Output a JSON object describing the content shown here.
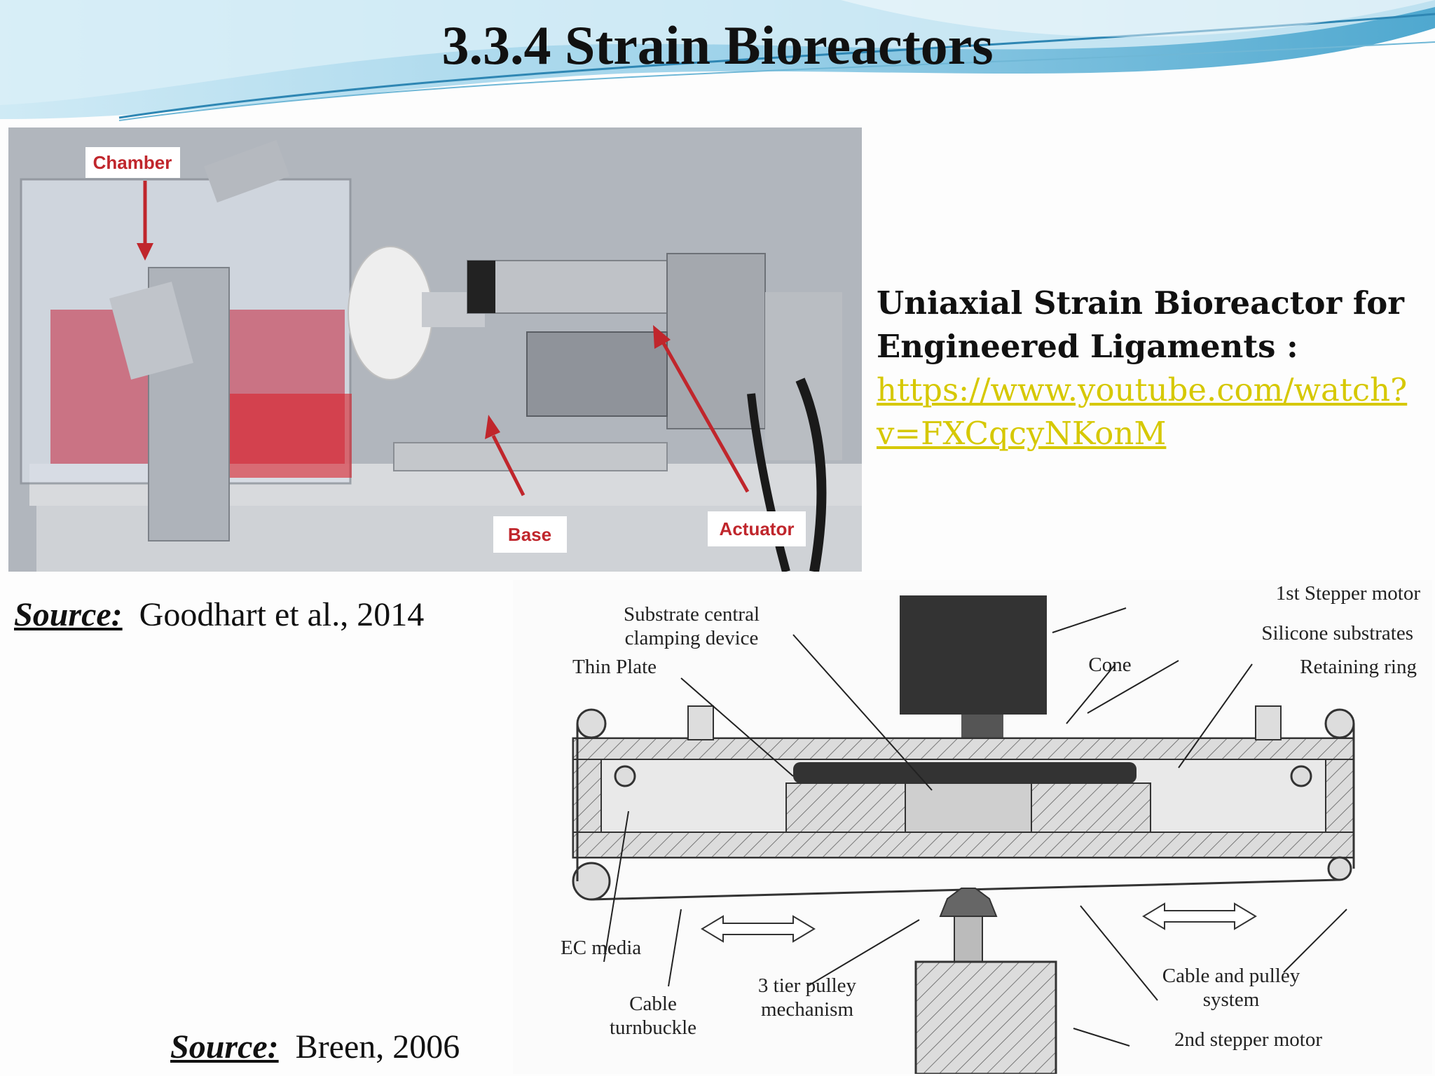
{
  "slide": {
    "title": "3.3.4  Strain Bioreactors"
  },
  "photo": {
    "labels": {
      "chamber": "Chamber",
      "base": "Base",
      "actuator": "Actuator"
    }
  },
  "caption": {
    "heading_line1": "Uniaxial Strain Bioreactor for",
    "heading_line2": "Engineered Ligaments :",
    "link": "https://www.youtube.com/watch?v=FXCqcyNKonM"
  },
  "sources": [
    {
      "label": "Source:",
      "text": "Goodhart et al., 2014"
    },
    {
      "label": "Source:",
      "text": "Breen, 2006"
    }
  ],
  "diagram": {
    "labels": {
      "first_stepper": "1st Stepper motor",
      "substrate_line1": "Substrate central",
      "substrate_line2": "clamping device",
      "silicone": "Silicone substrates",
      "thin_plate": "Thin Plate",
      "cone": "Cone",
      "retaining_ring": "Retaining ring",
      "ec_media": "EC media",
      "cable_turnbuckle_line1": "Cable",
      "cable_turnbuckle_line2": "turnbuckle",
      "pulley_line1": "3 tier pulley",
      "pulley_line2": "mechanism",
      "cable_pulley_line1": "Cable and pulley",
      "cable_pulley_line2": "system",
      "second_stepper": "2nd stepper motor"
    }
  },
  "colors": {
    "link": "#d6c800",
    "photo_label": "#c0262c",
    "wave_light": "#bfe4f2",
    "wave_dark": "#3a9cc7"
  }
}
